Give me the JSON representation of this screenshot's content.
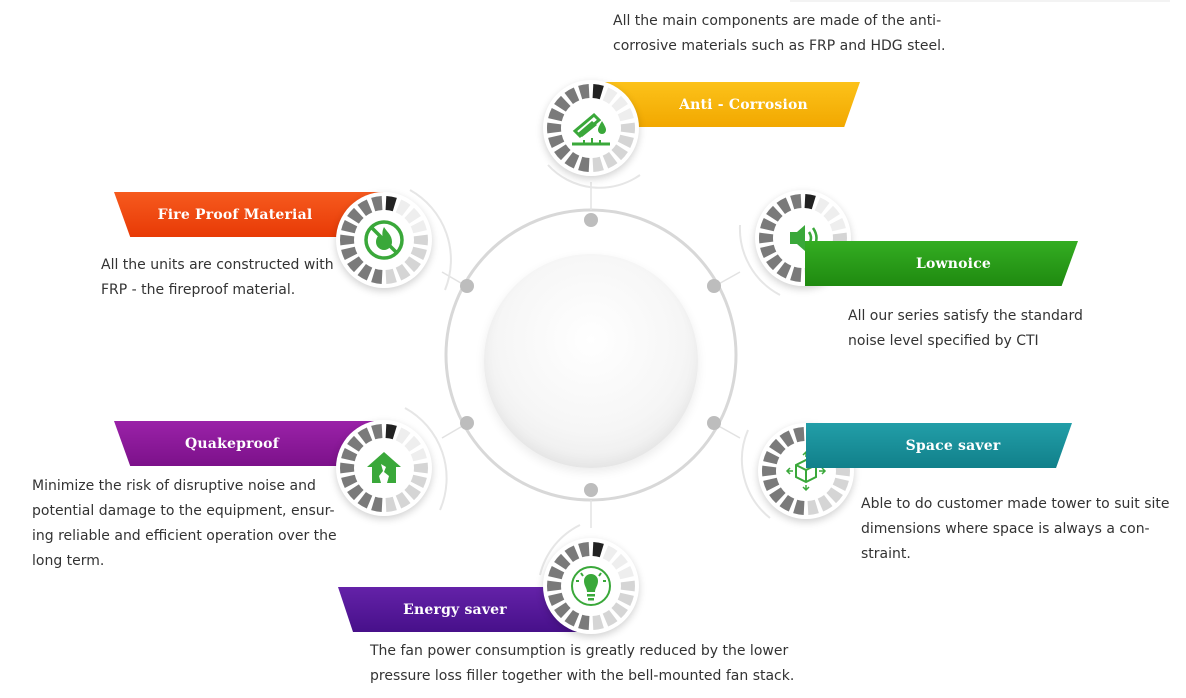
{
  "features": [
    {
      "id": "anti-corrosion",
      "title": "Anti - Corrosion",
      "color": "#f7b500",
      "color_dark": "#d99400",
      "icon_color": "#3aa83a",
      "icon": "flask-drop-icon",
      "description": [
        "All the main components are made of the anti-",
        "corrosive materials such as FRP and HDG steel."
      ]
    },
    {
      "id": "lownoice",
      "title": "Lownoice",
      "color": "#2ba019",
      "color_dark": "#1f8010",
      "icon_color": "#3aa83a",
      "icon": "speaker-icon",
      "description": [
        "All our series satisfy the standard",
        "noise level specified by CTI"
      ]
    },
    {
      "id": "space-saver",
      "title": "Space saver",
      "color": "#1a8f99",
      "color_dark": "#0f6f78",
      "icon_color": "#3aa83a",
      "icon": "cube-expand-icon",
      "description": [
        "Able to do customer made tower to suit site",
        "dimensions where space is always a con-",
        "straint."
      ]
    },
    {
      "id": "energy-saver",
      "title": "Energy saver",
      "color": "#5a1a9a",
      "color_dark": "#3d0f72",
      "icon_color": "#3aa83a",
      "icon": "lightbulb-icon",
      "description": [
        "The fan power consumption is greatly reduced by the lower",
        "pressure loss filler together with the bell-mounted fan stack."
      ]
    },
    {
      "id": "quakeproof",
      "title": "Quakeproof",
      "color": "#8e1a9a",
      "color_dark": "#6c0f78",
      "icon_color": "#3aa83a",
      "icon": "house-crack-icon",
      "description": [
        "Minimize the risk of disruptive noise and",
        "potential damage to the equipment, ensur-",
        "ing reliable and efficient operation over the",
        "long term."
      ]
    },
    {
      "id": "fire-proof",
      "title": "Fire Proof Material",
      "color": "#f04a0c",
      "color_dark": "#c83200",
      "icon_color": "#3aa83a",
      "icon": "no-fire-icon",
      "description": [
        "All the units are constructed with",
        "FRP - the fireproof material."
      ]
    }
  ]
}
